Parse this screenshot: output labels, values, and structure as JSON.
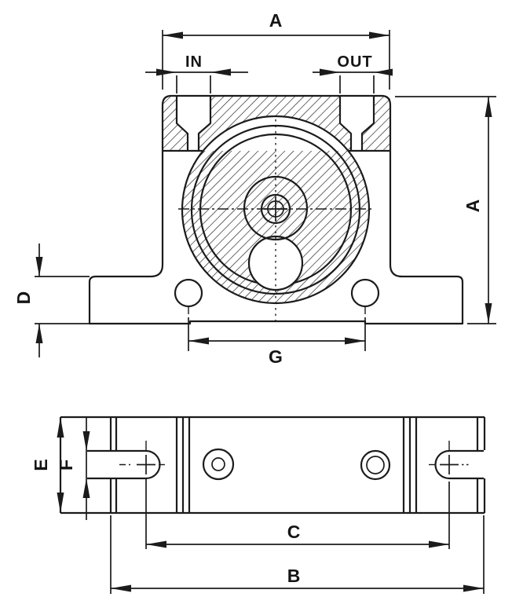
{
  "drawing": {
    "type": "engineering-two-view-drawing",
    "labels": {
      "dim_width": "A",
      "port_in": "IN",
      "port_out": "OUT",
      "dim_height": "A",
      "dim_flange_thickness": "D",
      "dim_hole_span": "G",
      "dim_base_height": "E",
      "dim_slot_width": "F",
      "dim_slot_span": "C",
      "dim_base_length": "B"
    },
    "colors": {
      "line": "#1b1b1b",
      "background": "#ffffff"
    }
  }
}
